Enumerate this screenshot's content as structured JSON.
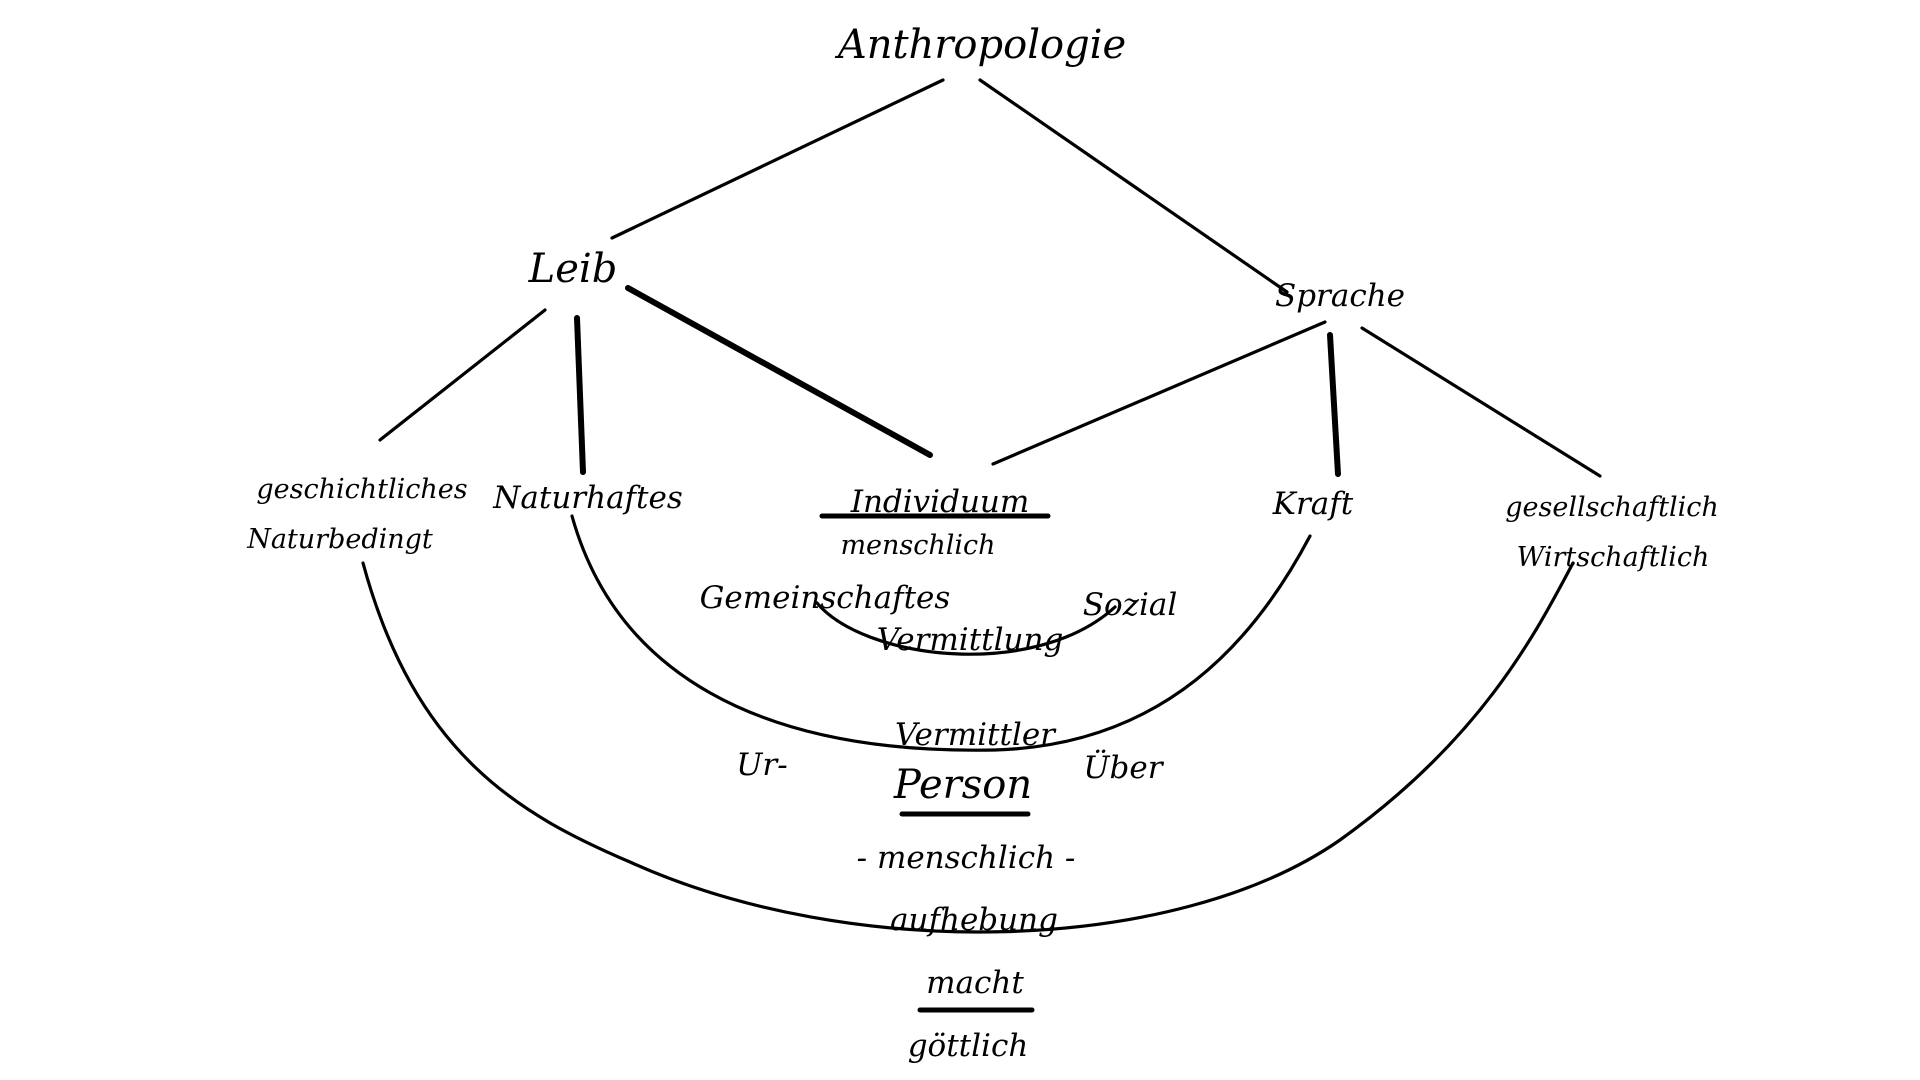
{
  "nodes": {
    "root": "Anthropologie",
    "leib": "Leib",
    "sprache": "Sprache",
    "geschichtliches_naturbedingt": [
      "geschichtliches",
      "Naturbedingt"
    ],
    "naturhaftes": "Naturhaftes",
    "individuum": "Individuum",
    "menschlich": "menschlich",
    "kraft": "Kraft",
    "gesellschaftlich_wirtschaftlich": [
      "gesellschaftlich",
      "Wirtschaftlich"
    ],
    "gemeinschaftes": "Gemeinschaftes",
    "sozial": "Sozial",
    "vermittlung": "Vermittlung",
    "vermittler": "Vermittler",
    "ur": "Ur-",
    "ueber": "Über",
    "person": "Person",
    "menschlich_dashed": "- menschlich -",
    "aufhebung": "aufhebung",
    "macht": "macht",
    "goettlich": "göttlich"
  },
  "colors": {
    "ink": "#000000",
    "paper": "#ffffff"
  }
}
